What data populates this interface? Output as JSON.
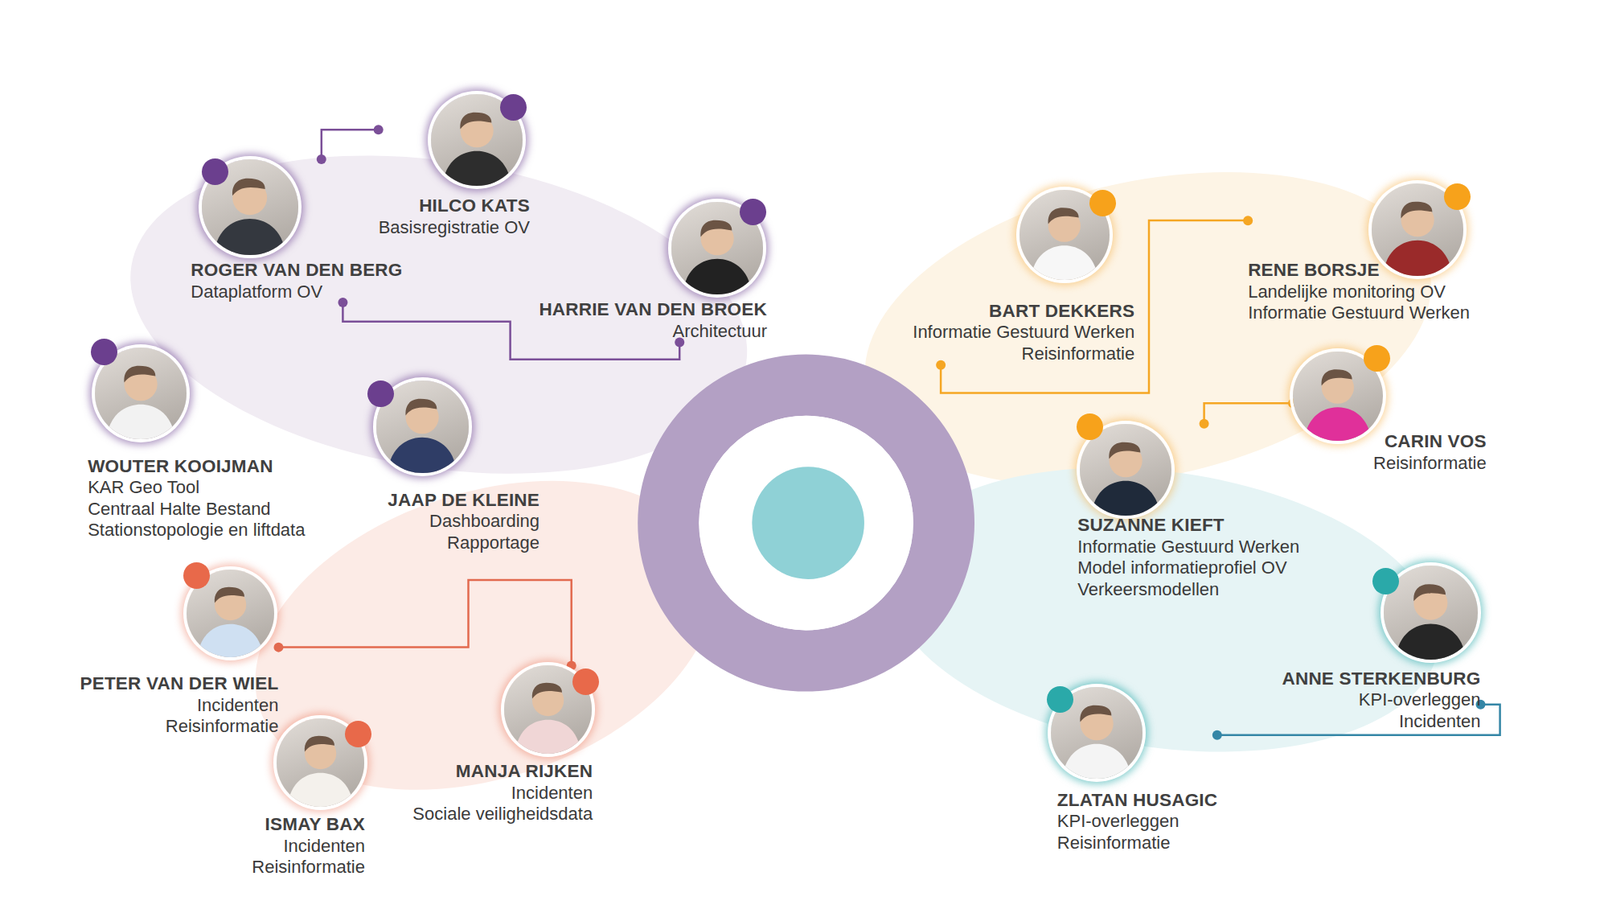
{
  "diagram": {
    "nodes": [
      {
        "text": [
          "HILCO KATS",
          "Basisregistratie OV"
        ]
      },
      {
        "text": [
          "ROGER VAN DEN BERG",
          "Dataplatform OV"
        ]
      },
      {
        "text": [
          "HARRIE VAN DEN BROEK",
          "Architectuur"
        ]
      },
      {
        "text": [
          "WOUTER KOOIJMAN",
          "KAR Geo Tool",
          "Centraal Halte Bestand",
          "Stationstopologie en liftdata"
        ]
      },
      {
        "text": [
          "JAAP DE KLEINE",
          "Dashboarding",
          "Rapportage"
        ]
      },
      {
        "text": [
          "PETER VAN DER WIEL",
          "Incidenten",
          "Reisinformatie"
        ]
      },
      {
        "text": [
          "MANJA RIJKEN",
          "Incidenten",
          "Sociale veiligheidsdata"
        ]
      },
      {
        "text": [
          "ISMAY BAX",
          "Incidenten",
          "Reisinformatie"
        ]
      },
      {
        "text": [
          "BART DEKKERS",
          "Informatie Gestuurd Werken",
          "Reisinformatie"
        ]
      },
      {
        "text": [
          "RENE BORSJE",
          "Landelijke monitoring OV",
          "Informatie Gestuurd Werken"
        ]
      },
      {
        "text": [
          "CARIN VOS",
          "Reisinformatie"
        ]
      },
      {
        "text": [
          "SUZANNE KIEFT",
          "Informatie Gestuurd Werken",
          "Model informatieprofiel OV",
          "Verkeersmodellen"
        ]
      },
      {
        "text": [
          "ANNE STERKENBURG",
          "KPI-overleggen",
          "Incidenten"
        ]
      },
      {
        "text": [
          "ZLATAN HUSAGIC",
          "KPI-overleggen",
          "Reisinformatie"
        ]
      }
    ],
    "edges": [
      {
        "from": 1,
        "to": 0,
        "arrow": "none"
      },
      {
        "from": 1,
        "to": 2,
        "arrow": "none"
      },
      {
        "from": 5,
        "to": 6,
        "arrow": "none"
      },
      {
        "from": 8,
        "to": 9,
        "arrow": "none"
      },
      {
        "from": 10,
        "to": 11,
        "arrow": "none"
      },
      {
        "from": 13,
        "to": 12,
        "arrow": "none"
      }
    ]
  }
}
